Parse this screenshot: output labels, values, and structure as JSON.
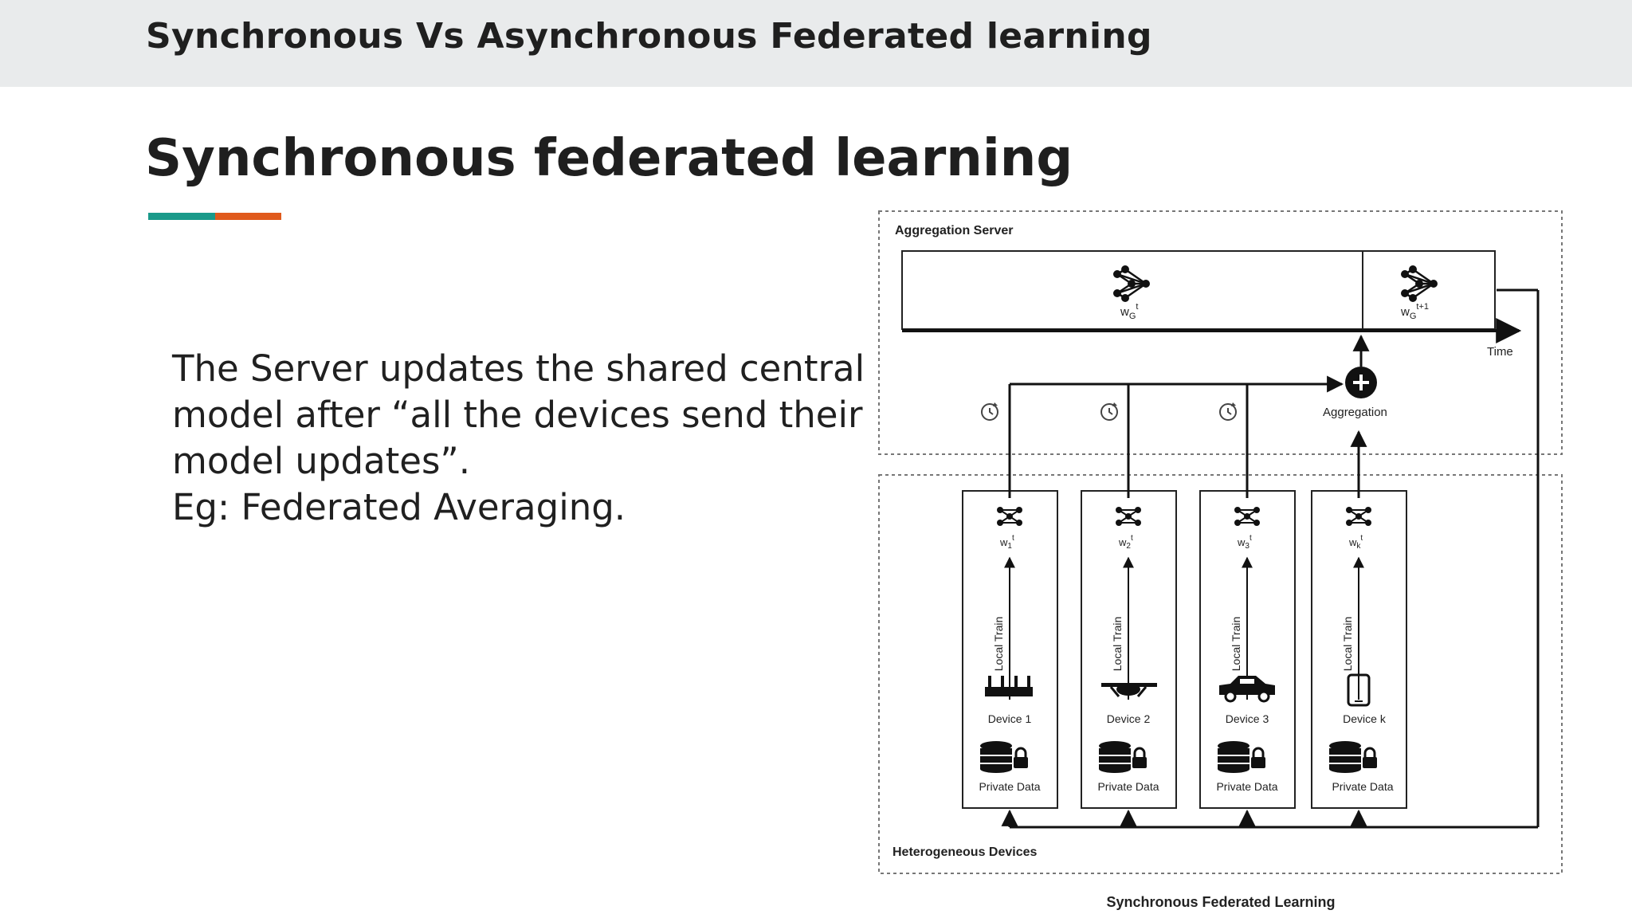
{
  "banner": {
    "title": "Synchronous Vs Asynchronous Federated learning"
  },
  "slide": {
    "title": "Synchronous federated learning"
  },
  "accent": {
    "teal": "#1a9a8a",
    "orange": "#e05a1c"
  },
  "body": {
    "paragraph": "The Server updates the shared central model after “all the devices send their model updates”.",
    "example": "Eg: Federated Averaging."
  },
  "diagram": {
    "server_label": "Aggregation Server",
    "global_model_1": "w",
    "global_model_1_sub": "G",
    "global_model_1_sup": "t",
    "global_model_2": "w",
    "global_model_2_sub": "G",
    "global_model_2_sup": "t+1",
    "time_label": "Time",
    "aggregation_label": "Aggregation",
    "devices_region_label": "Heterogeneous Devices",
    "caption": "Synchronous Federated Learning",
    "local_train_label": "Local Train",
    "private_data_label": "Private Data",
    "devices": [
      {
        "name": "Device 1",
        "weight": "w",
        "weight_sub": "1",
        "weight_sup": "t",
        "icon": "router-icon"
      },
      {
        "name": "Device 2",
        "weight": "w",
        "weight_sub": "2",
        "weight_sup": "t",
        "icon": "drone-icon"
      },
      {
        "name": "Device 3",
        "weight": "w",
        "weight_sub": "3",
        "weight_sup": "t",
        "icon": "car-icon"
      },
      {
        "name": "Device k",
        "weight": "w",
        "weight_sub": "k",
        "weight_sup": "t",
        "icon": "phone-icon"
      }
    ]
  }
}
